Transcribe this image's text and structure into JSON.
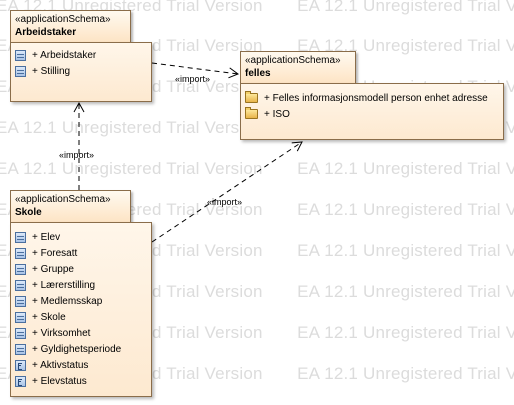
{
  "watermark_text": "EA 12.1 Unregistered Trial Version",
  "packages": {
    "arbeidstaker": {
      "stereotype": "«applicationSchema»",
      "name": "Arbeidstaker",
      "items": [
        {
          "label": "+ Arbeidstaker",
          "icon": "class-icon"
        },
        {
          "label": "+ Stilling",
          "icon": "class-icon"
        }
      ]
    },
    "felles": {
      "stereotype": "«applicationSchema»",
      "name": "felles",
      "items": [
        {
          "label": "+ Felles informasjonsmodell person enhet adresse",
          "icon": "folder-icon"
        },
        {
          "label": "+ ISO",
          "icon": "folder-icon"
        }
      ]
    },
    "skole": {
      "stereotype": "«applicationSchema»",
      "name": "Skole",
      "items": [
        {
          "label": "+ Elev",
          "icon": "class-icon"
        },
        {
          "label": "+ Foresatt",
          "icon": "class-icon"
        },
        {
          "label": "+ Gruppe",
          "icon": "class-icon"
        },
        {
          "label": "+ Lærerstilling",
          "icon": "class-icon"
        },
        {
          "label": "+ Medlemsskap",
          "icon": "class-icon"
        },
        {
          "label": "+ Skole",
          "icon": "class-icon"
        },
        {
          "label": "+ Virksomhet",
          "icon": "class-icon"
        },
        {
          "label": "+ Gyldighetsperiode",
          "icon": "class-icon"
        },
        {
          "label": "+ Aktivstatus",
          "icon": "enumeration-icon"
        },
        {
          "label": "+ Elevstatus",
          "icon": "enumeration-icon"
        }
      ]
    }
  },
  "dependencies": [
    {
      "from": "Arbeidstaker",
      "to": "felles",
      "label": "«import»"
    },
    {
      "from": "Skole",
      "to": "Arbeidstaker",
      "label": "«import»"
    },
    {
      "from": "Skole",
      "to": "felles",
      "label": "«import»"
    }
  ]
}
